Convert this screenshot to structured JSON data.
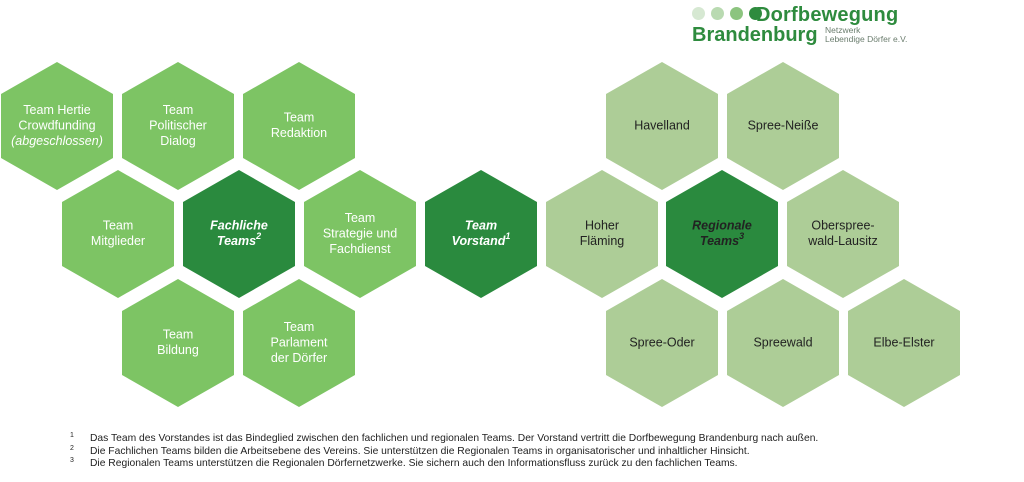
{
  "logo": {
    "dot_colors": [
      "#d6e8d2",
      "#b9dab1",
      "#8cc47f",
      "#2e8b3e"
    ],
    "title_line1": "Dorfbewegung",
    "title_line2": "Brandenburg",
    "subtitle_line1": "Netzwerk",
    "subtitle_line2": "Lebendige Dörfer e.V."
  },
  "colors": {
    "fach": "#7dc464",
    "dark": "#2a8a3e",
    "regional": "#adcd97",
    "text_light": "#ffffff",
    "text_dark": "#222222"
  },
  "hexagons": [
    {
      "id": "team-hertie-crowdfunding",
      "style": "fach",
      "lines": [
        "Team Hertie",
        "Crowdfunding",
        "(abgeschlossen)"
      ],
      "italic_lines": [
        2
      ]
    },
    {
      "id": "team-politischer-dialog",
      "style": "fach",
      "lines": [
        "Team",
        "Politischer",
        "Dialog"
      ]
    },
    {
      "id": "team-redaktion",
      "style": "fach",
      "lines": [
        "Team",
        "Redaktion"
      ]
    },
    {
      "id": "team-mitglieder",
      "style": "fach",
      "lines": [
        "Team",
        "Mitglieder"
      ]
    },
    {
      "id": "fachliche-teams",
      "style": "dark",
      "lines": [
        "Fachliche",
        "Teams"
      ],
      "sup": "2",
      "italic_bold": true
    },
    {
      "id": "team-strategie-fachdienst",
      "style": "fach",
      "lines": [
        "Team",
        "Strategie und",
        "Fachdienst"
      ]
    },
    {
      "id": "team-bildung",
      "style": "fach",
      "lines": [
        "Team",
        "Bildung"
      ]
    },
    {
      "id": "team-parlament-der-doerfer",
      "style": "fach",
      "lines": [
        "Team",
        "Parlament",
        "der Dörfer"
      ]
    },
    {
      "id": "team-vorstand",
      "style": "dark",
      "lines": [
        "Team",
        "Vorstand"
      ],
      "sup": "1",
      "italic_bold": true
    },
    {
      "id": "havelland",
      "style": "regional",
      "lines": [
        "Havelland"
      ]
    },
    {
      "id": "spree-neisse",
      "style": "regional",
      "lines": [
        "Spree-Neiße"
      ]
    },
    {
      "id": "hoher-flaeming",
      "style": "regional",
      "lines": [
        "Hoher",
        "Fläming"
      ]
    },
    {
      "id": "regionale-teams",
      "style": "dark",
      "lines": [
        "Regionale",
        "Teams"
      ],
      "sup": "3",
      "italic_bold": true,
      "dark_text": true
    },
    {
      "id": "oberspreewald-lausitz",
      "style": "regional",
      "lines": [
        "Oberspree-",
        "wald-Lausitz"
      ]
    },
    {
      "id": "spree-oder",
      "style": "regional",
      "lines": [
        "Spree-Oder"
      ]
    },
    {
      "id": "spreewald",
      "style": "regional",
      "lines": [
        "Spreewald"
      ]
    },
    {
      "id": "elbe-elster",
      "style": "regional",
      "lines": [
        "Elbe-Elster"
      ]
    }
  ],
  "footnotes": [
    {
      "num": "1",
      "text": "Das Team des Vorstandes ist das Bindeglied zwischen den fachlichen und regionalen Teams. Der Vorstand vertritt die Dorfbewegung Brandenburg nach außen."
    },
    {
      "num": "2",
      "text": "Die Fachlichen Teams bilden die Arbeitsebene des Vereins. Sie unterstützen die Regionalen Teams in organisatorischer und inhaltlicher Hinsicht."
    },
    {
      "num": "3",
      "text": "Die Regionalen Teams unterstützen die Regionalen Dörfernetzwerke. Sie sichern auch den Informationsfluss zurück zu den fachlichen Teams."
    }
  ]
}
